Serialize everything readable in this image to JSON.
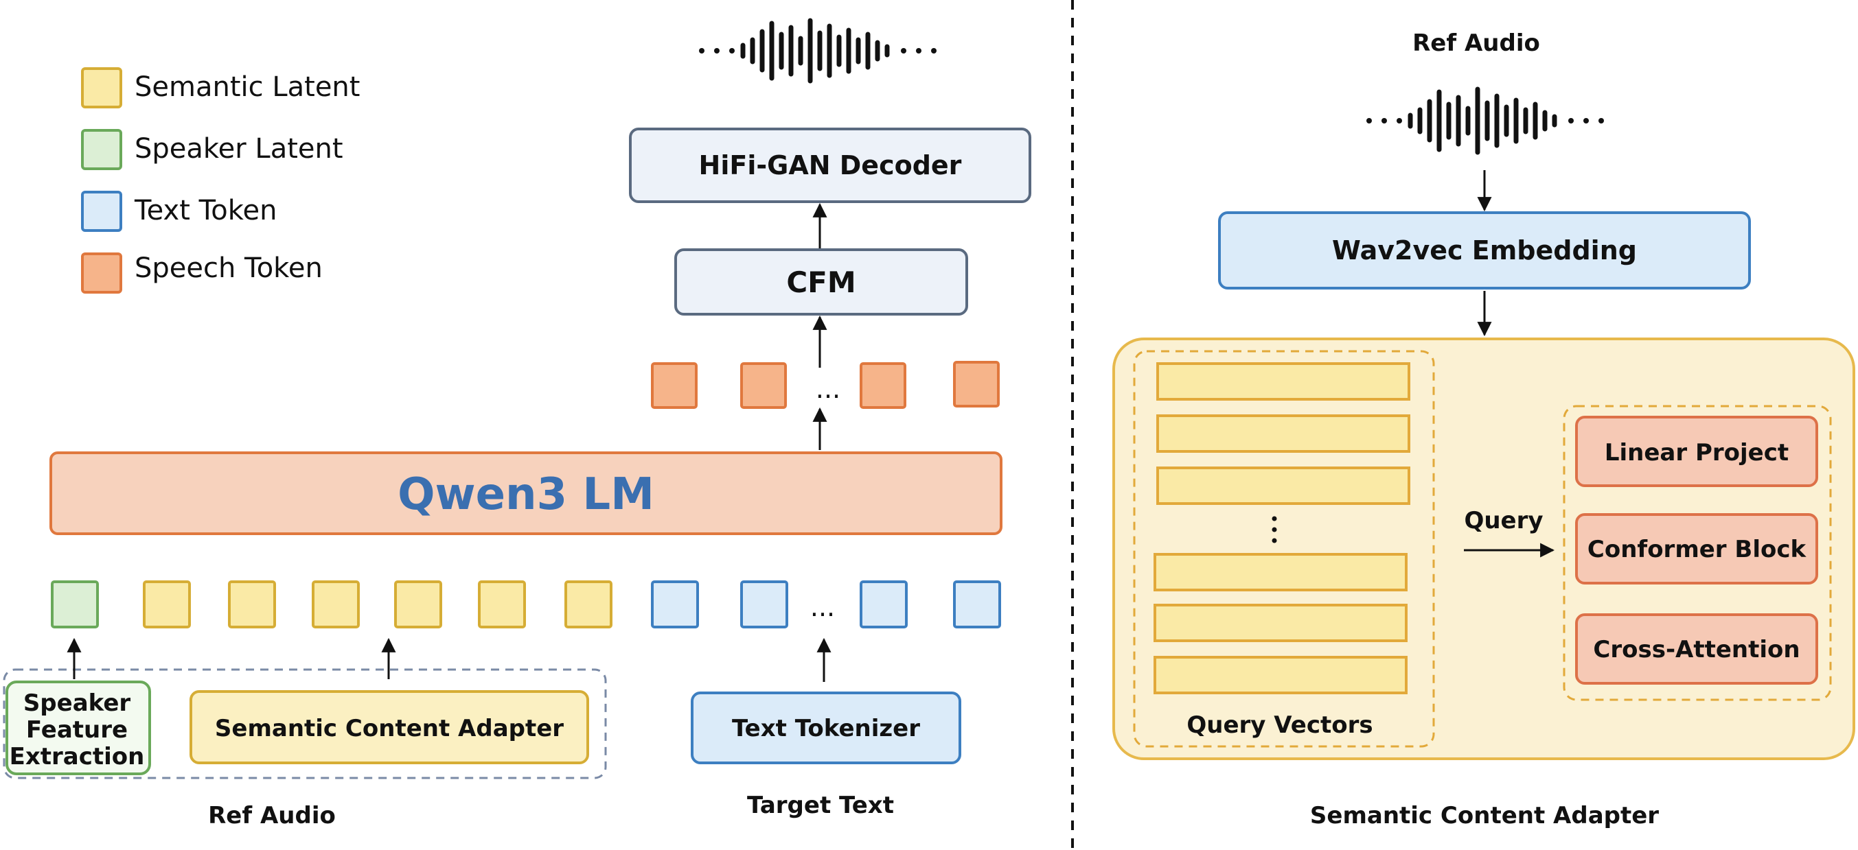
{
  "legend": [
    {
      "label": "Semantic Latent",
      "fill": "#faeaa6",
      "stroke": "#d6ad35"
    },
    {
      "label": "Speaker Latent",
      "fill": "#dcefd5",
      "stroke": "#6aa95a"
    },
    {
      "label": "Text Token",
      "fill": "#dbebf9",
      "stroke": "#3d7fc1"
    },
    {
      "label": "Speech Token",
      "fill": "#f6b48a",
      "stroke": "#e0783e"
    }
  ],
  "left": {
    "hifigan_label": "HiFi-GAN Decoder",
    "cfm_label": "CFM",
    "lm_label": "Qwen3 LM",
    "speaker_feature_lines": [
      "Speaker",
      "Feature",
      "Extraction"
    ],
    "semantic_adapter_label": "Semantic Content Adapter",
    "text_tokenizer_label": "Text Tokenizer",
    "ref_audio_caption": "Ref Audio",
    "target_text_caption": "Target Text",
    "speech_ellipsis": "...",
    "text_ellipsis": "..."
  },
  "right": {
    "ref_audio_caption": "Ref Audio",
    "wav2vec_label": "Wav2vec Embedding",
    "query_label": "Query",
    "query_vectors_label": "Query Vectors",
    "vertical_ellipsis": ":",
    "blocks": [
      "Linear Project",
      "Conformer Block",
      "Cross-Attention"
    ],
    "panel_caption": "Semantic Content Adapter"
  },
  "colors": {
    "semantic_fill": "#faeaa6",
    "semantic_stroke": "#d6ad35",
    "speaker_fill": "#dcefd5",
    "speaker_stroke": "#6aa95a",
    "text_fill": "#dbebf9",
    "text_stroke": "#3d7fc1",
    "speech_fill": "#f6b48a",
    "speech_stroke": "#e0783e",
    "lm_fill": "#f7d2bd",
    "lm_stroke": "#e0783e",
    "decoder_fill": "#edf2f9",
    "decoder_stroke": "#5a6a80",
    "adapter_fill": "#fbf1d3",
    "adapter_stroke": "#e7b94c",
    "block_fill": "#f6c9b5",
    "block_stroke": "#dd7148",
    "wav_fill": "#dbebf9",
    "wav_stroke": "#3d7fc1"
  }
}
